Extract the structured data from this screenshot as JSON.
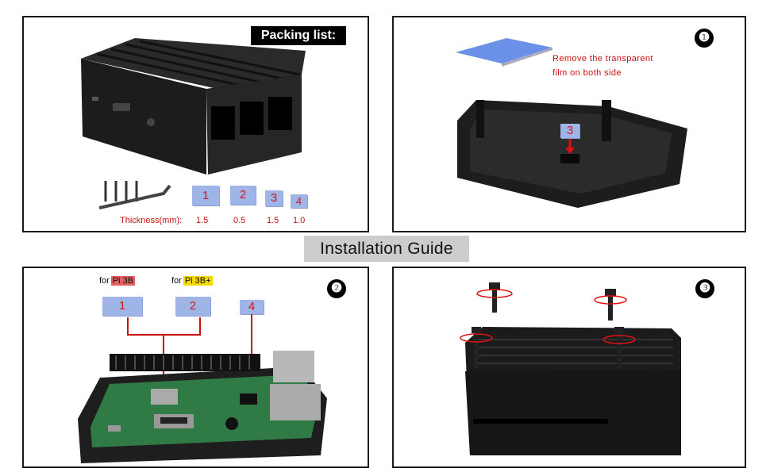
{
  "panel1": {
    "packing_label": "Packing list:",
    "pads": [
      "1",
      "2",
      "3",
      "4"
    ],
    "thickness_label": "Thickness(mm):",
    "thickness_values": [
      "1.5",
      "0.5",
      "1.5",
      "1.0"
    ]
  },
  "panel2": {
    "step": "❶",
    "note_line1": "Remove the transparent",
    "note_line2": "film on both side",
    "pad": "3"
  },
  "guide_title": "Installation Guide",
  "panel3": {
    "step": "❷",
    "for_label": "for",
    "pi3b_label": "Pi 3B",
    "pi3bplus_label": "Pi 3B+",
    "pads": [
      "1",
      "2",
      "4"
    ],
    "pi3b_color": "#e06060",
    "pi3bplus_color": "#f5d800"
  },
  "panel4": {
    "step": "❸"
  }
}
